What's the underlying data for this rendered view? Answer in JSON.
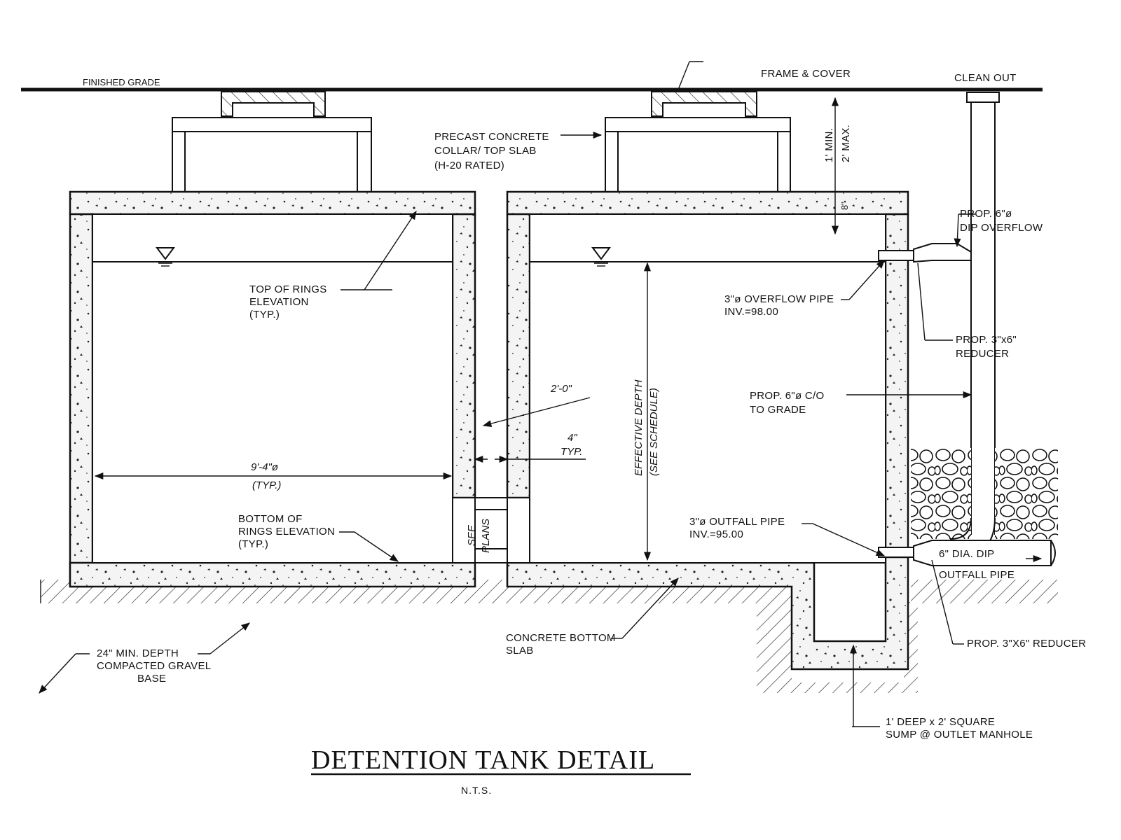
{
  "title": "DETENTION TANK DETAIL",
  "subtitle": "N.T.S.",
  "labels": {
    "finished_grade": "FINISHED GRADE",
    "frame_cover": "FRAME & COVER",
    "clean_out": "CLEAN OUT",
    "collar_1": "PRECAST CONCRETE",
    "collar_2": "COLLAR/ TOP SLAB",
    "collar_3": "(H-20 RATED)",
    "min_max_1": "1' MIN.",
    "min_max_2": "2' MAX.",
    "eight_in": "8\"",
    "overflow_dip_1": "PROP. 6\"ø",
    "overflow_dip_2": "DIP OVERFLOW",
    "top_rings_1": "TOP OF RINGS",
    "top_rings_2": "ELEVATION",
    "top_rings_3": "(TYP.)",
    "overflow_pipe_1": "3\"ø OVERFLOW PIPE",
    "overflow_pipe_2": "INV.=98.00",
    "reducer_top_1": "PROP. 3\"x6\"",
    "reducer_top_2": "REDUCER",
    "two_ft": "2'-0\"",
    "effective_depth_1": "EFFECTIVE DEPTH",
    "effective_depth_2": "(SEE SCHEDULE)",
    "co_1": "PROP. 6\"ø C/O",
    "co_2": "TO GRADE",
    "four_in_1": "4\"",
    "four_in_2": "TYP.",
    "diameter_1": "9'-4\"ø",
    "diameter_2": "(TYP.)",
    "see_plans_1": "SEE",
    "see_plans_2": "PLANS",
    "bottom_rings_1": "BOTTOM OF",
    "bottom_rings_2": "RINGS ELEVATION",
    "bottom_rings_3": "(TYP.)",
    "outfall_pipe_1": "3\"ø OUTFALL PIPE",
    "outfall_pipe_2": "INV.=95.00",
    "dip_1": "6\" DIA. DIP",
    "dip_2": "OUTFALL PIPE",
    "reducer_bottom": "PROP. 3\"X6\" REDUCER",
    "concrete_slab_1": "CONCRETE BOTTOM",
    "concrete_slab_2": "SLAB",
    "gravel_1": "24\" MIN. DEPTH",
    "gravel_2": "COMPACTED GRAVEL",
    "gravel_3": "BASE",
    "sump_1": "1' DEEP x 2' SQUARE",
    "sump_2": "SUMP @ OUTLET MANHOLE"
  }
}
